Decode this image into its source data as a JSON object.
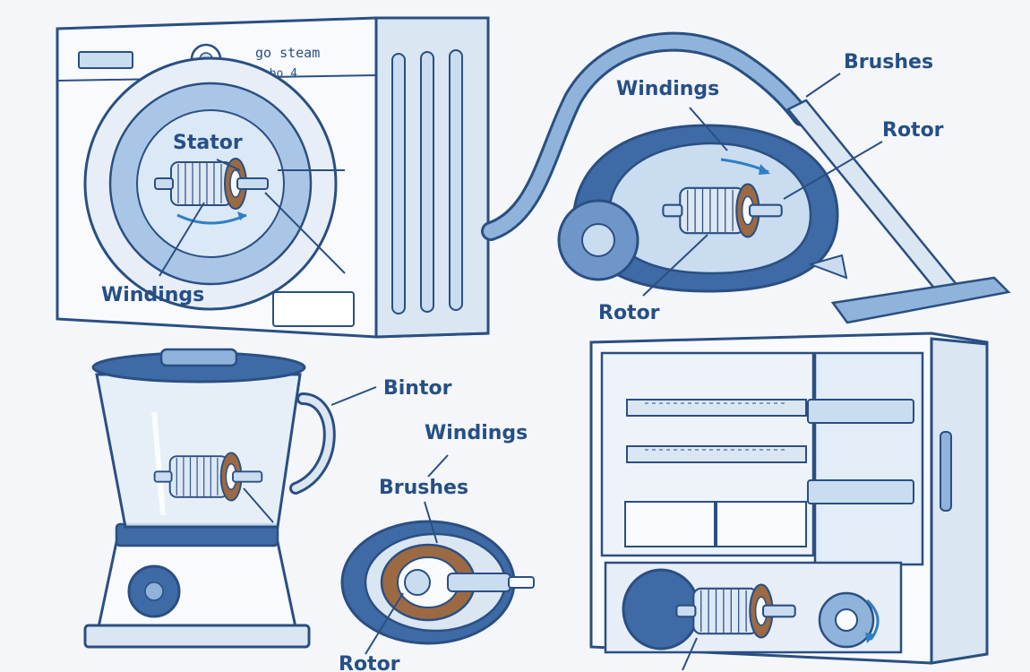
{
  "colors": {
    "outline": "#2a4f82",
    "body_fill": "#f8fafd",
    "light_blue": "#c9dcf0",
    "mid_blue": "#8fb3da",
    "dark_blue": "#3e6aa6",
    "copper": "#9b6a43",
    "accent": "#2f7fc4"
  },
  "washing_machine": {
    "panel_text_1": "go steam",
    "panel_text_2": "Onbo 4",
    "labels": {
      "stator": "Stator",
      "windings": "Windings"
    }
  },
  "vacuum": {
    "labels": {
      "windings": "Windings",
      "brushes": "Brushes",
      "rotor_right": "Rotor",
      "rotor_bottom": "Rotor"
    }
  },
  "blender": {
    "labels": {
      "bintor": "Bintor"
    }
  },
  "motor_closeup": {
    "labels": {
      "windings": "Windings",
      "brushes": "Brushes",
      "rotor": "Rotor"
    }
  },
  "refrigerator": {
    "labels": {}
  }
}
